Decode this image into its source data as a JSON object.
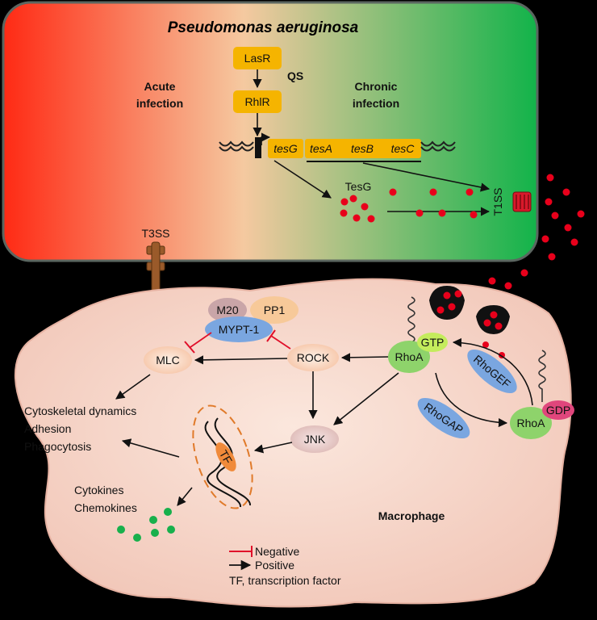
{
  "bacterium": {
    "name": "Pseudomonas aeruginosa",
    "acute": [
      "Acute",
      "infection"
    ],
    "chronic": [
      "Chronic",
      "infection"
    ],
    "lasr": "LasR",
    "rhlr": "RhlR",
    "qs": "QS",
    "genes": [
      "tesG",
      "tesA",
      "tesB",
      "tesC"
    ],
    "tesg_protein": "TesG",
    "t1ss": "T1SS",
    "t3ss": "T3SS"
  },
  "macrophage": {
    "name": "Macrophage",
    "m20": "M20",
    "pp1": "PP1",
    "mypt1": "MYPT-1",
    "mlc": "MLC",
    "rock": "ROCK",
    "jnk": "JNK",
    "tf": "TF",
    "rhoa": "RhoA",
    "gtp": "GTP",
    "gdp": "GDP",
    "rhogef": "RhoGEF",
    "rhogap": "RhoGAP",
    "outcomes": [
      "Cytoskeletal dynamics",
      "Adhesion",
      "Phagocytosis"
    ],
    "secreted": [
      "Cytokines",
      "Chemokines"
    ]
  },
  "legend": {
    "negative": "Negative",
    "positive": "Positive",
    "tf_note": "TF, transcription factor"
  },
  "colors": {
    "acute": "#ff2a14",
    "mid": "#f5c9a0",
    "chronic": "#12b34a",
    "regulator": "#f5b400",
    "tesg_dot": "#e8001b",
    "cytokine_dot": "#18b04c",
    "rhoa": "#8ed36b",
    "mypt": "#7aa6e0",
    "negative": "#e0102a"
  }
}
